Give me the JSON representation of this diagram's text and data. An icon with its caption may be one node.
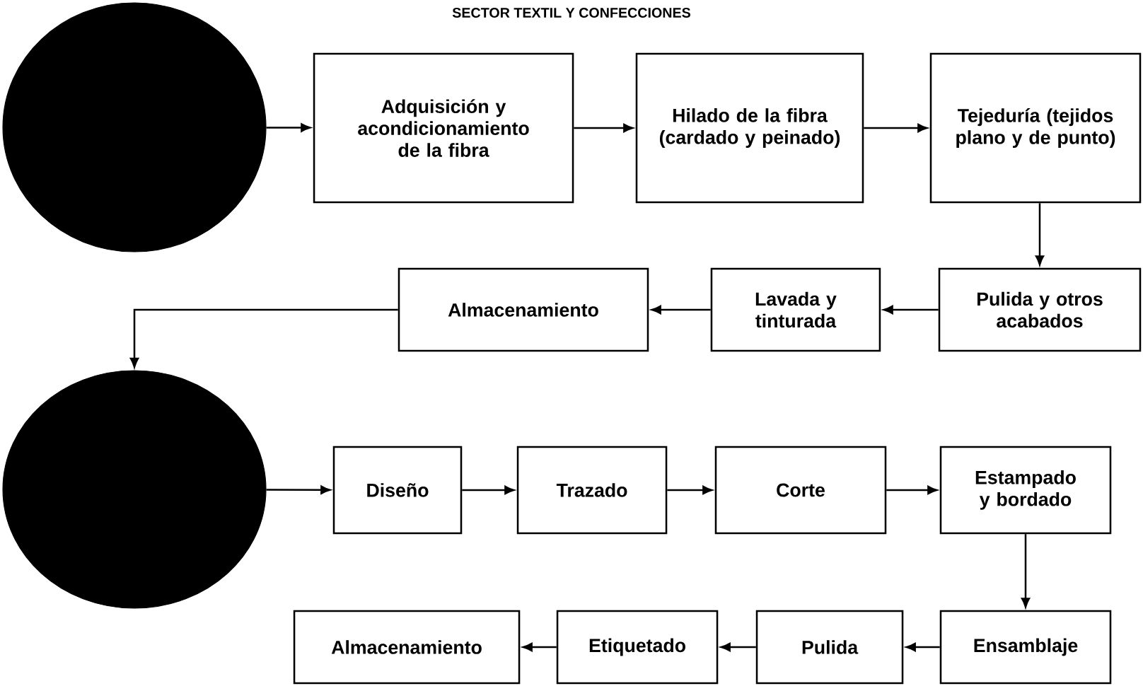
{
  "diagram": {
    "title": "SECTOR TEXTIL Y CONFECCIONES",
    "nodes": [
      {
        "text": [],
        "shape": "circle"
      },
      {
        "text": [
          "Adquisición y acondicionamiento de la fibra"
        ]
      },
      {
        "text": [
          "Hilado de la fibra (cardado y peinado)"
        ]
      },
      {
        "text": [
          "Tejeduría (tejidos plano y de punto)"
        ]
      },
      {
        "text": [
          "Pulida y otros acabados"
        ]
      },
      {
        "text": [
          "Lavada y tinturada"
        ]
      },
      {
        "text": [
          "Almacenamiento"
        ]
      },
      {
        "text": [],
        "shape": "circle"
      },
      {
        "text": [
          "Diseño"
        ]
      },
      {
        "text": [
          "Trazado"
        ]
      },
      {
        "text": [
          "Corte"
        ]
      },
      {
        "text": [
          "Estampado y bordado"
        ]
      },
      {
        "text": [
          "Ensamblaje"
        ]
      },
      {
        "text": [
          "Pulida"
        ]
      },
      {
        "text": [
          "Etiquetado"
        ]
      },
      {
        "text": [
          "Almacenamiento"
        ]
      }
    ],
    "edges": [
      {
        "from": 0,
        "to": 1,
        "arrow": "to"
      },
      {
        "from": 1,
        "to": 2,
        "arrow": "to"
      },
      {
        "from": 2,
        "to": 3,
        "arrow": "to"
      },
      {
        "from": 3,
        "to": 4,
        "arrow": "to"
      },
      {
        "from": 4,
        "to": 5,
        "arrow": "to"
      },
      {
        "from": 5,
        "to": 6,
        "arrow": "to"
      },
      {
        "from": 6,
        "to": 7,
        "arrow": "to"
      },
      {
        "from": 7,
        "to": 8,
        "arrow": "to"
      },
      {
        "from": 8,
        "to": 9,
        "arrow": "to"
      },
      {
        "from": 9,
        "to": 10,
        "arrow": "to"
      },
      {
        "from": 10,
        "to": 11,
        "arrow": "to"
      },
      {
        "from": 11,
        "to": 12,
        "arrow": "to"
      },
      {
        "from": 12,
        "to": 13,
        "arrow": "to"
      },
      {
        "from": 13,
        "to": 14,
        "arrow": "to"
      },
      {
        "from": 14,
        "to": 15,
        "arrow": "to"
      }
    ]
  }
}
